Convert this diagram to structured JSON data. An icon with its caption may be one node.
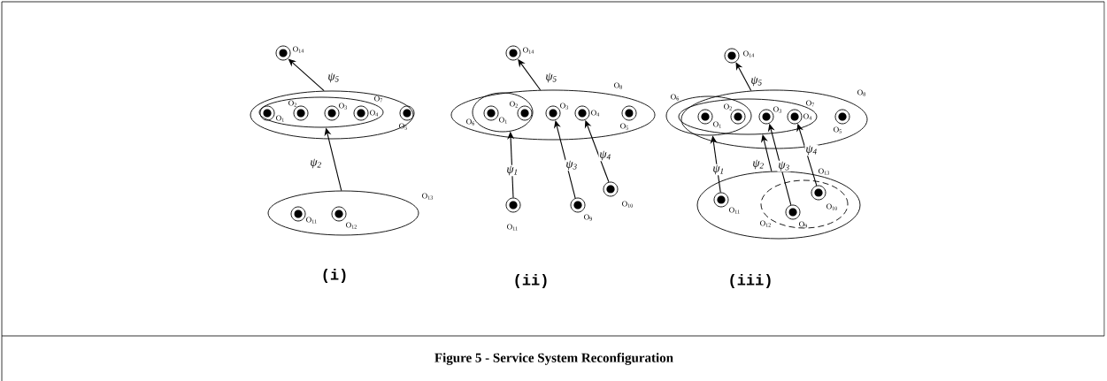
{
  "diagram": {
    "caption": "Figure 5 - Service System Reconfiguration",
    "nodes": [
      {
        "text": [],
        "shape": "circle",
        "beside": [
          "O$_{14}$"
        ]
      },
      {
        "text": [],
        "shape": "ellipse"
      },
      {
        "text": [],
        "shape": "ellipse",
        "in": 1,
        "beside": [
          "O$_{7}$"
        ]
      },
      {
        "text": [],
        "shape": "circle",
        "in": 2,
        "beside": [
          "O$_{1}$"
        ]
      },
      {
        "text": [],
        "shape": "circle",
        "in": 2,
        "beside": [
          "O$_{2}$"
        ]
      },
      {
        "text": [],
        "shape": "circle",
        "in": 2,
        "beside": [
          "O$_{3}$"
        ]
      },
      {
        "text": [],
        "shape": "circle",
        "in": 2,
        "beside": [
          "O$_{4}$"
        ]
      },
      {
        "text": [],
        "shape": "circle",
        "in": 1,
        "beside": [
          "O$_{5}$"
        ]
      },
      {
        "text": [],
        "shape": "ellipse",
        "beside": [
          "O$_{13}$"
        ]
      },
      {
        "text": [],
        "shape": "circle",
        "in": 8,
        "beside": [
          "O$_{11}$"
        ]
      },
      {
        "text": [],
        "shape": "circle",
        "in": 8,
        "beside": [
          "O$_{12}$"
        ]
      },
      {
        "text": [],
        "shape": "circle",
        "beside": [
          "O$_{14}$"
        ]
      },
      {
        "text": [],
        "shape": "ellipse",
        "beside": [
          "O$_{8}$"
        ]
      },
      {
        "text": [],
        "shape": "ellipse",
        "in": 12,
        "beside": [
          "O$_{6}$"
        ]
      },
      {
        "text": [],
        "shape": "circle",
        "in": 13,
        "beside": [
          "O$_{1}$"
        ]
      },
      {
        "text": [],
        "shape": "circle",
        "in": 13,
        "beside": [
          "O$_{2}$"
        ]
      },
      {
        "text": [],
        "shape": "circle",
        "in": 12,
        "beside": [
          "O$_{3}$"
        ]
      },
      {
        "text": [],
        "shape": "circle",
        "in": 12,
        "beside": [
          "O$_{4}$"
        ]
      },
      {
        "text": [],
        "shape": "circle",
        "in": 12,
        "beside": [
          "O$_{5}$"
        ]
      },
      {
        "text": [],
        "shape": "circle",
        "beside": [
          "O$_{11}$"
        ]
      },
      {
        "text": [],
        "shape": "circle",
        "beside": [
          "O$_{9}$"
        ]
      },
      {
        "text": [],
        "shape": "circle",
        "beside": [
          "O$_{10}$"
        ]
      },
      {
        "text": [],
        "shape": "circle",
        "beside": [
          "O$_{14}$"
        ]
      },
      {
        "text": [],
        "shape": "ellipse",
        "beside": [
          "O$_{6}$"
        ]
      },
      {
        "text": [],
        "shape": "ellipse",
        "in": 25,
        "beside": [
          "O$_{7}$"
        ]
      },
      {
        "text": [],
        "shape": "ellipse",
        "beside": [
          "O$_{8}$"
        ]
      },
      {
        "text": [],
        "shape": "circle",
        "beside": [
          "O$_{1}$"
        ]
      },
      {
        "text": [],
        "shape": "circle",
        "beside": [
          "O$_{2}$"
        ]
      },
      {
        "text": [],
        "shape": "circle",
        "in": 24,
        "beside": [
          "O$_{3}$"
        ]
      },
      {
        "text": [],
        "shape": "circle",
        "in": 24,
        "beside": [
          "O$_{4}$"
        ]
      },
      {
        "text": [],
        "shape": "circle",
        "in": 25,
        "beside": [
          "O$_{5}$"
        ]
      },
      {
        "text": [],
        "shape": "ellipse",
        "beside": [
          "O$_{13}$"
        ]
      },
      {
        "text": [],
        "shape": "circle",
        "in": 31,
        "beside": [
          "O$_{11}$"
        ]
      },
      {
        "text": [],
        "shape": "ellipse",
        "in": 31,
        "beside": [
          "O$_{12}$"
        ]
      },
      {
        "text": [],
        "shape": "circle",
        "in": 33,
        "beside": [
          "O$_{9}$"
        ]
      },
      {
        "text": [],
        "shape": "circle",
        "in": 33,
        "beside": [
          "O$_{10}$"
        ]
      }
    ],
    "edges": [
      {
        "from": 8,
        "to": 2,
        "arrow": "to",
        "label": "ψ$_{2}$"
      },
      {
        "from": 1,
        "to": 0,
        "arrow": "to",
        "label": "ψ$_{5}$"
      },
      {
        "from": 19,
        "to": 13,
        "arrow": "to",
        "label": "ψ$_{1}$"
      },
      {
        "from": 20,
        "to": 16,
        "arrow": "to",
        "label": "ψ$_{3}$"
      },
      {
        "from": 21,
        "to": 17,
        "arrow": "to",
        "label": "ψ$_{4}$"
      },
      {
        "from": 12,
        "to": 11,
        "arrow": "to",
        "label": "ψ$_{5}$"
      },
      {
        "from": 32,
        "to": 23,
        "arrow": "to",
        "label": "ψ$_{1}$"
      },
      {
        "from": 31,
        "to": 24,
        "arrow": "to",
        "label": "ψ$_{2}$"
      },
      {
        "from": 34,
        "to": 28,
        "arrow": "to",
        "label": "ψ$_{3}$"
      },
      {
        "from": 35,
        "to": 29,
        "arrow": "to",
        "label": "ψ$_{4}$"
      },
      {
        "from": 25,
        "to": 22,
        "arrow": "to",
        "label": "ψ$_{5}$"
      }
    ],
    "labels": [
      "(i)",
      "(ii)",
      "(iii)"
    ]
  }
}
